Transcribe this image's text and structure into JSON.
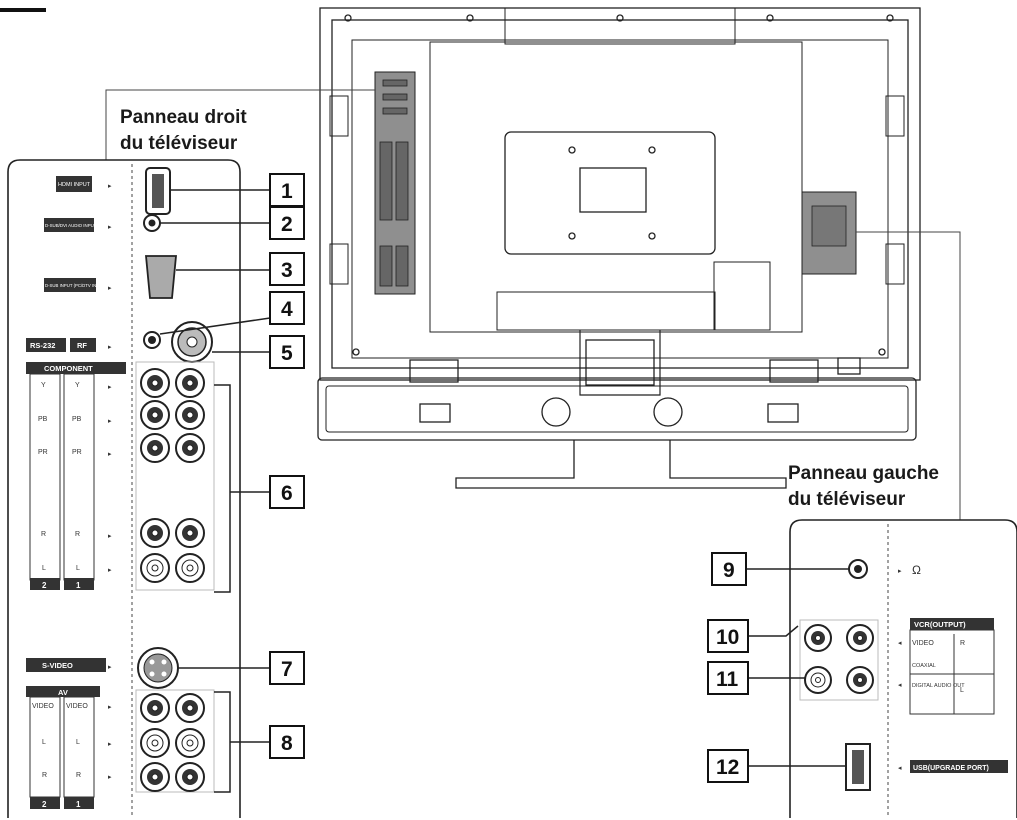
{
  "titles": {
    "right_panel_line1": "Panneau droit",
    "right_panel_line2": "du téléviseur",
    "left_panel_line1": "Panneau gauche",
    "left_panel_line2": "du téléviseur"
  },
  "right_labels": {
    "hdmi": "HDMI INPUT",
    "dsub_audio": "D-SUB/DVI AUDIO INPUT",
    "dsub": "D-SUB INPUT (PC/DTV INPUT)",
    "rs232": "RS-232",
    "rf": "RF",
    "component": "COMPONENT",
    "comp_rows": [
      "Y",
      "PB",
      "PR",
      "R",
      "L"
    ],
    "svideo": "S-VIDEO",
    "av": "AV",
    "av_rows": [
      "VIDEO",
      "L",
      "R"
    ],
    "num_1": "1",
    "num_2": "2"
  },
  "left_labels": {
    "headphone": "Ω",
    "vcr": "VCR(OUTPUT)",
    "video": "VIDEO",
    "r": "R",
    "l": "L",
    "coax": "COAXIAL",
    "digital": "DIGITAL AUDIO OUT",
    "usb": "USB(UPGRADE PORT)"
  },
  "callouts": [
    "1",
    "2",
    "3",
    "4",
    "5",
    "6",
    "7",
    "8",
    "9",
    "10",
    "11",
    "12"
  ]
}
